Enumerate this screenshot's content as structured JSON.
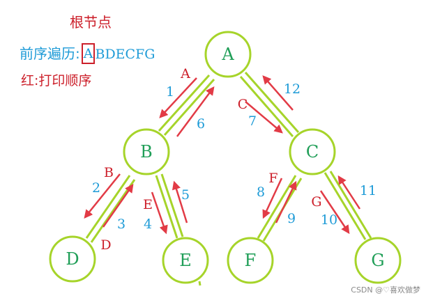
{
  "header": {
    "root_label": "根节点",
    "preorder_prefix": "前序遍历:",
    "preorder_first": "A",
    "preorder_rest": "BDECFG",
    "legend": "红:打印顺序"
  },
  "nodes": {
    "A": "A",
    "B": "B",
    "C": "C",
    "D": "D",
    "E": "E",
    "F": "F",
    "G": "G"
  },
  "steps": {
    "r_a": "A",
    "r_c": "C",
    "r_b": "B",
    "r_d": "D",
    "r_e": "E",
    "r_f": "F",
    "r_g": "G",
    "n1": "1",
    "n2": "2",
    "n3": "3",
    "n4": "4",
    "n5": "5",
    "n6": "6",
    "n7": "7",
    "n8": "8",
    "n9": "9",
    "n10": "10",
    "n11": "11",
    "n12": "12"
  },
  "colors": {
    "node_outline": "#a6d42a",
    "node_text": "#1f9e57",
    "print_order": "#cc1f2a",
    "step_number": "#1e9bd7",
    "arrow": "#e23b46"
  },
  "watermark": "CSDN @♡喜欢做梦"
}
